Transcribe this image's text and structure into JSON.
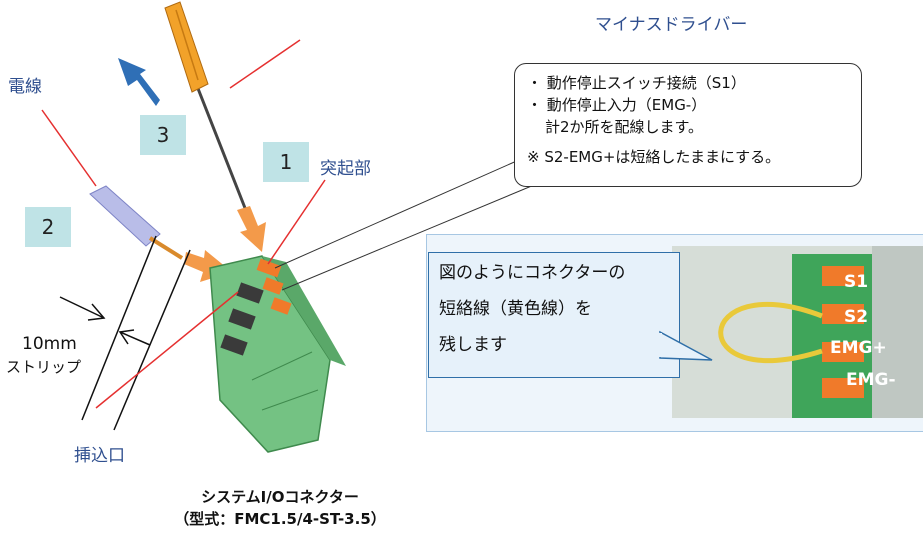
{
  "labels": {
    "wire": "電線",
    "screwdriver": "マイナスドライバー",
    "protrusion": "突起部",
    "insertion_port": "挿込口",
    "strip_mm": "10mm",
    "strip_word": "ストリップ"
  },
  "steps": [
    "1",
    "2",
    "3"
  ],
  "callout": {
    "line1": "・ 動作停止スイッチ接続（S1）",
    "line2": "・ 動作停止入力（EMG-）",
    "line3": "計2か所を配線します。",
    "note": "※ S2-EMG+は短絡したままにする。"
  },
  "inset_note": [
    "図のようにコネクターの",
    "短絡線（黄色線）を",
    "残します"
  ],
  "terminals": [
    "S1",
    "S2",
    "EMG+",
    "EMG-"
  ],
  "caption": {
    "line1": "システムI/Oコネクター",
    "line2": "（型式：FMC1.5/4-ST-3.5）"
  },
  "colors": {
    "arrow_orange": "#f39a4a",
    "arrow_blue": "#2f6fb6",
    "connector_green": "#6fbf7d",
    "lever_orange": "#f07a2a",
    "leader_red": "#e53030",
    "jumper_yellow": "#e9c93a"
  }
}
